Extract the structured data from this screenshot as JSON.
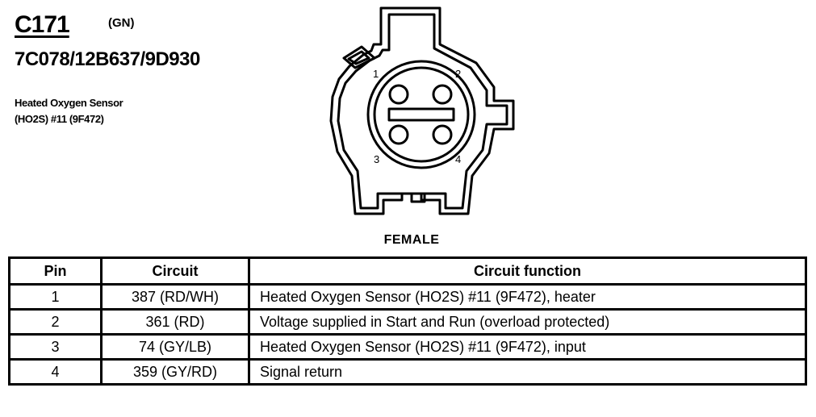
{
  "header": {
    "connector_id": "C171",
    "color_code": "(GN)",
    "part_numbers": "7C078/12B637/9D930",
    "component_line1": "Heated Oxygen Sensor",
    "component_line2": "(HO2S) #11 (9F472)"
  },
  "diagram": {
    "pin_labels": [
      "1",
      "2",
      "3",
      "4"
    ],
    "gender": "FEMALE"
  },
  "table": {
    "headers": [
      "Pin",
      "Circuit",
      "Circuit function"
    ],
    "rows": [
      {
        "pin": "1",
        "circuit": "387 (RD/WH)",
        "function": "Heated Oxygen Sensor (HO2S) #11 (9F472), heater"
      },
      {
        "pin": "2",
        "circuit": "361 (RD)",
        "function": "Voltage supplied in Start and Run (overload protected)"
      },
      {
        "pin": "3",
        "circuit": "74 (GY/LB)",
        "function": "Heated Oxygen Sensor (HO2S) #11 (9F472), input"
      },
      {
        "pin": "4",
        "circuit": "359 (GY/RD)",
        "function": "Signal return"
      }
    ]
  }
}
